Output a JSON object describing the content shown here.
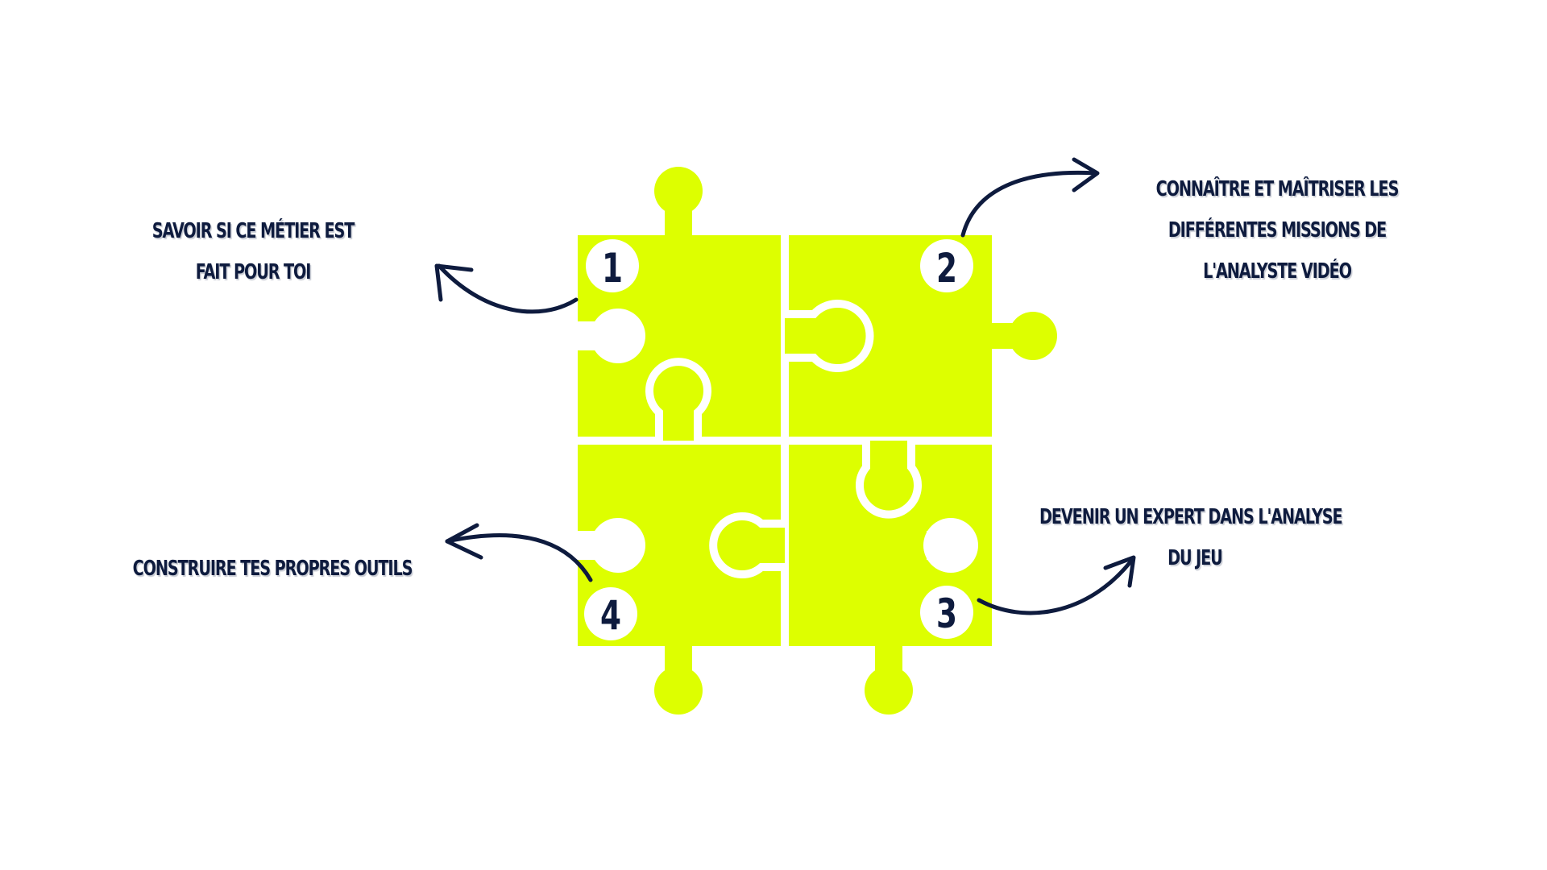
{
  "colors": {
    "piece": "#ddff00",
    "badge": "#ffffff",
    "ink": "#0e1b3e",
    "background": "#ffffff"
  },
  "pieces": [
    {
      "number": "1",
      "caption": [
        "Savoir si ce métier est",
        "fait pour toi"
      ]
    },
    {
      "number": "2",
      "caption": [
        "Connaître et maîtriser les",
        "différentes missions de",
        "l'analyste vidéo"
      ]
    },
    {
      "number": "3",
      "caption": [
        "Devenir un expert dans l'analyse",
        "du jeu"
      ]
    },
    {
      "number": "4",
      "caption": [
        "Construire tes propres outils"
      ]
    }
  ]
}
